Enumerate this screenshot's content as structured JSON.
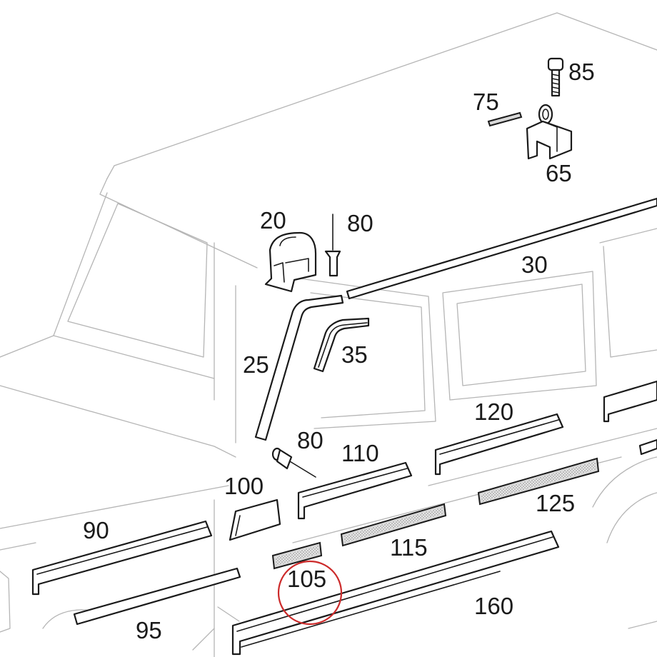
{
  "colors": {
    "highlight": "#cc2a2a",
    "line": "#1a1a1a",
    "body_outline": "#b5b5b5"
  },
  "callouts": {
    "p85": "85",
    "p75": "75",
    "p65": "65",
    "p20": "20",
    "p80_top": "80",
    "p30": "30",
    "p25": "25",
    "p35": "35",
    "p120": "120",
    "p80_mid": "80",
    "p110": "110",
    "p100": "100",
    "p125": "125",
    "p90": "90",
    "p115": "115",
    "p105": "105",
    "p160": "160",
    "p95": "95"
  },
  "highlighted_part": "105"
}
